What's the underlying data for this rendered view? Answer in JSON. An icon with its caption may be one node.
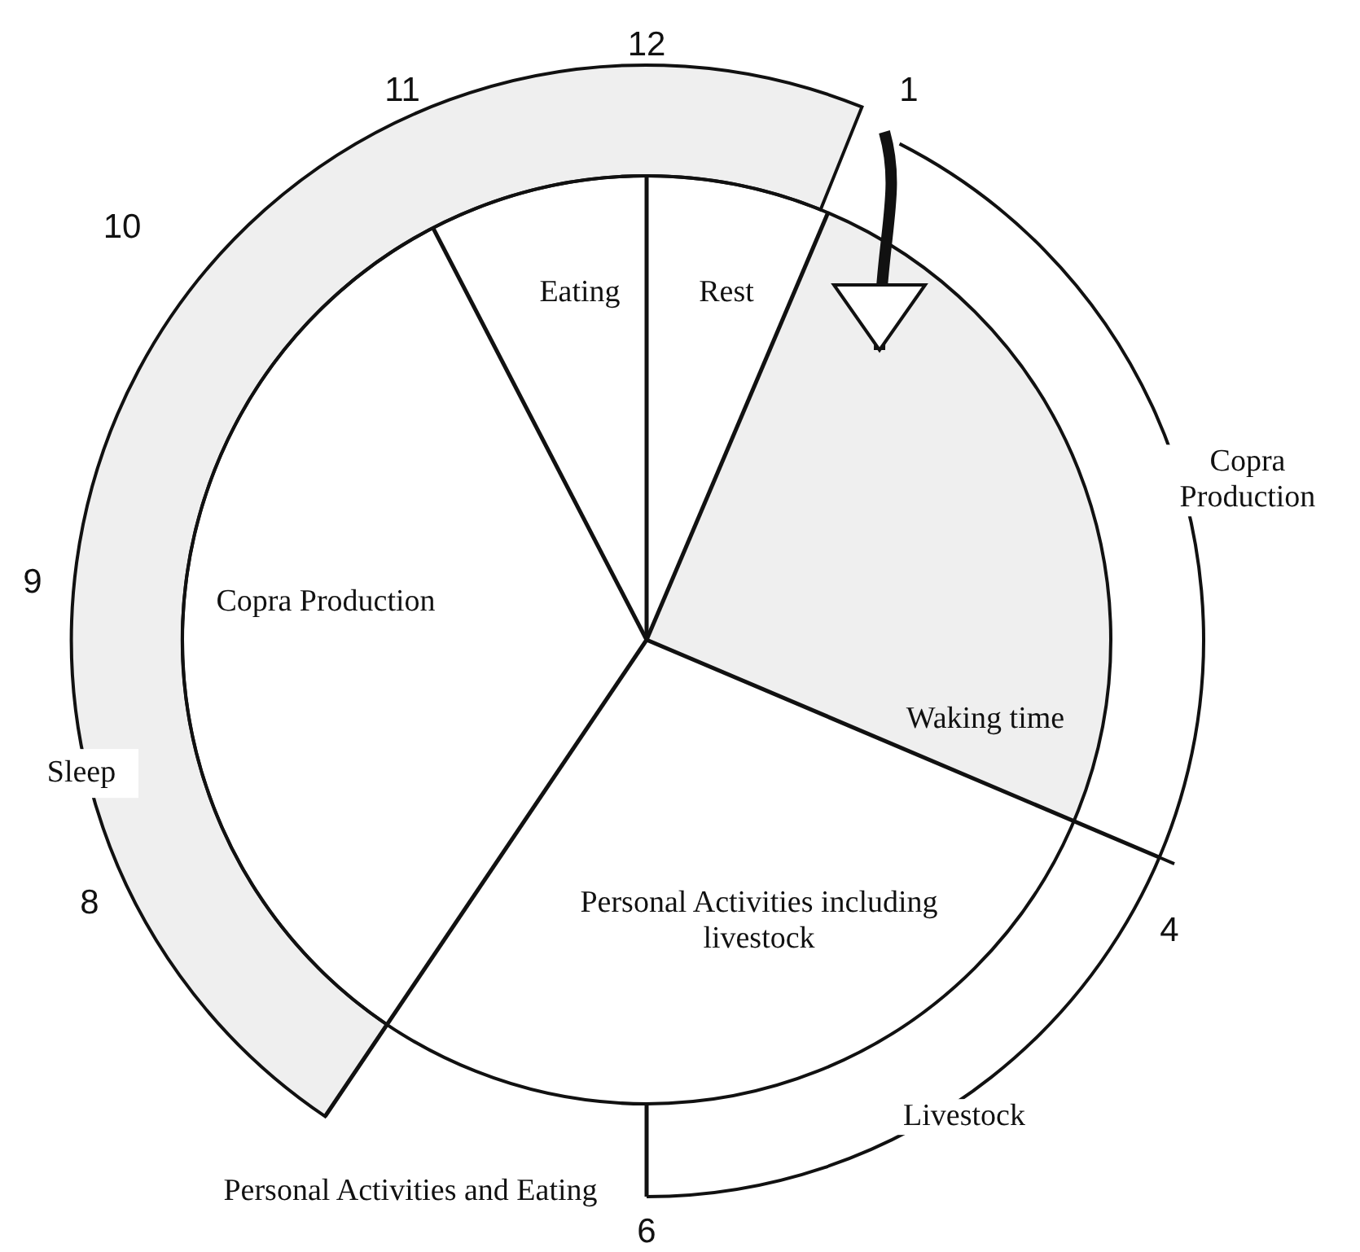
{
  "diagram": {
    "nodes": [
      {
        "text": [
          "Sleep"
        ]
      },
      {
        "text": [
          "Eating"
        ]
      },
      {
        "text": [
          "Rest"
        ]
      },
      {
        "text": [
          "Waking time"
        ]
      },
      {
        "text": [
          "Personal Activities including livestock"
        ]
      },
      {
        "text": [
          "Copra Production"
        ]
      }
    ],
    "edges": [
      {
        "from": null,
        "to": 3,
        "arrow": "to"
      }
    ],
    "labels": [
      "12",
      "11",
      "1",
      "10",
      "Copra Production",
      "9",
      "8",
      "4",
      "Livestock",
      "Personal Activities and Eating",
      "6"
    ]
  }
}
